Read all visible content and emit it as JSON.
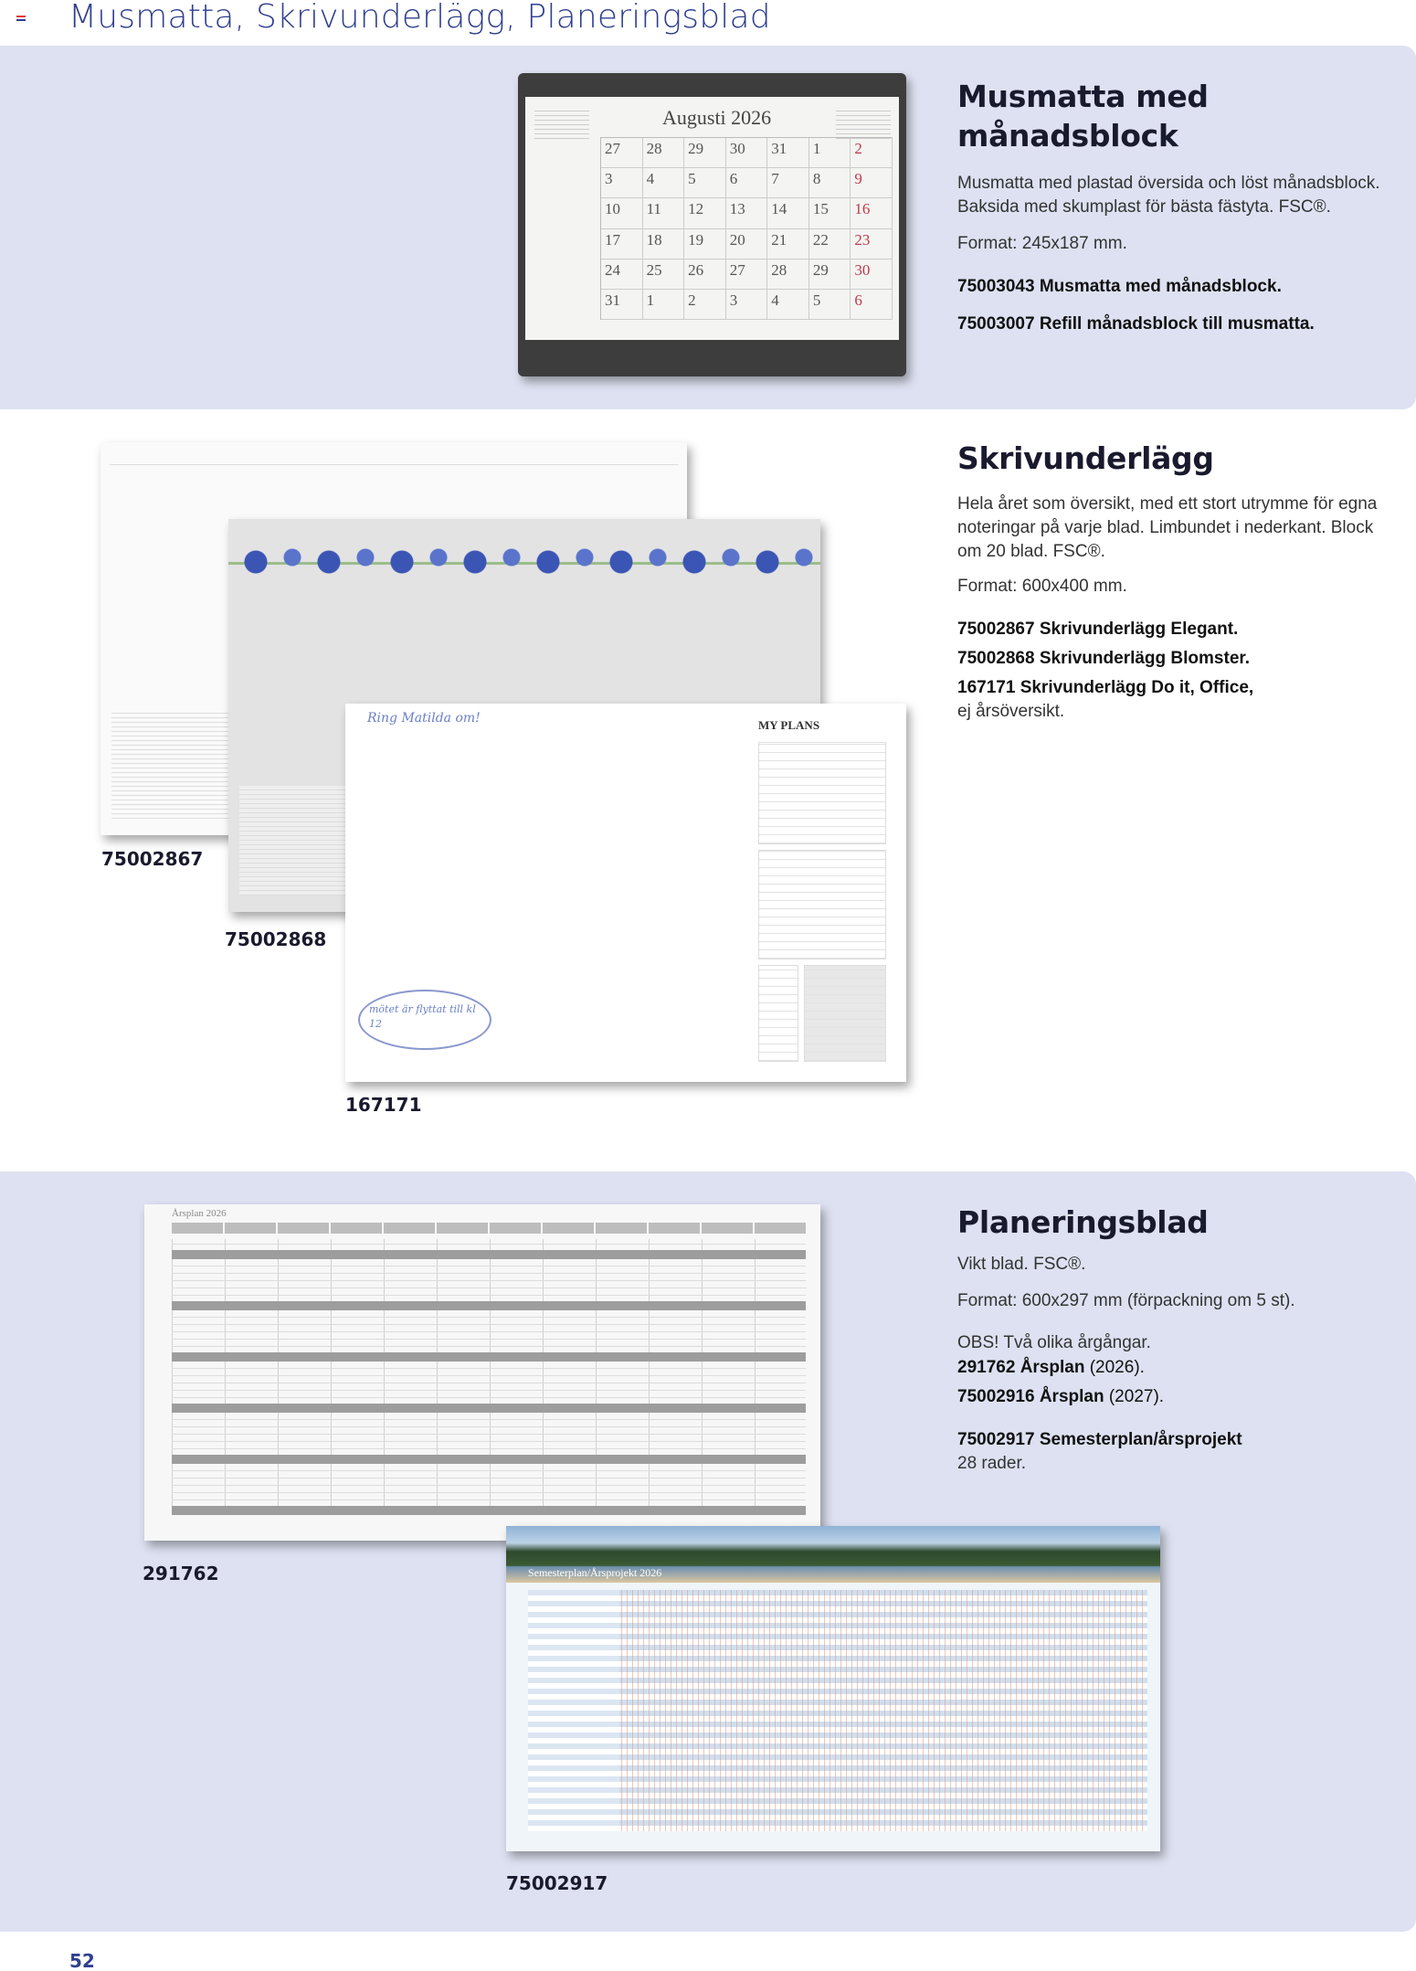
{
  "header": {
    "title": "Musmatta, Skrivunderlägg, Planeringsblad"
  },
  "musmatta": {
    "title": "Musmatta med månadsblock",
    "description": "Musmatta med plastad översida och löst månadsblock. Baksida med skumplast för bästa fästyta. FSC®.",
    "format": "Format: 245x187 mm.",
    "products": [
      {
        "code": "75003043",
        "name": "Musmatta med månadsblock."
      },
      {
        "code": "75003007",
        "name": "Refill månadsblock till musmatta."
      }
    ],
    "image": {
      "month": "Augusti 2026",
      "days": [
        "27",
        "28",
        "29",
        "30",
        "31",
        "1",
        "2",
        "3",
        "4",
        "5",
        "6",
        "7",
        "8",
        "9",
        "10",
        "11",
        "12",
        "13",
        "14",
        "15",
        "16",
        "17",
        "18",
        "19",
        "20",
        "21",
        "22",
        "23",
        "24",
        "25",
        "26",
        "27",
        "28",
        "29",
        "30",
        "31",
        "1",
        "2",
        "3",
        "4",
        "5",
        "6"
      ]
    }
  },
  "skrivunderlagg": {
    "title": "Skrivunderlägg",
    "description": "Hela året som översikt, med ett stort utrymme för egna noteringar på varje blad. Limbundet i nederkant. Block om 20 blad. FSC®.",
    "format": "Format: 600x400 mm.",
    "products": [
      {
        "code": "75002867",
        "name": "Skrivunderlägg Elegant."
      },
      {
        "code": "75002868",
        "name": "Skrivunderlägg Blomster."
      },
      {
        "code": "167171",
        "name": "Skrivunderlägg Do it, Office,",
        "note": "ej årsöversikt."
      }
    ],
    "labels": [
      "75002867",
      "75002868",
      "167171"
    ],
    "image_text": {
      "handwritten_top": "Ring Matilda om!",
      "plans_title": "MY PLANS",
      "handwritten_oval": "mötet är flyttat till kl 12"
    }
  },
  "planeringsblad": {
    "title": "Planeringsblad",
    "description": "Vikt blad. FSC®.",
    "format": "Format: 600x297 mm (förpackning om 5 st).",
    "obs": "OBS! Två olika årgångar.",
    "products": [
      {
        "code": "291762",
        "name": "Årsplan",
        "year": "(2026)."
      },
      {
        "code": "75002916",
        "name": "Årsplan",
        "year": "(2027)."
      },
      {
        "code": "75002917",
        "name": "Semesterplan/årsprojekt",
        "note": "28 rader."
      }
    ],
    "labels": [
      "291762",
      "75002917"
    ],
    "image_text": {
      "plan_a_title": "Årsplan 2026",
      "plan_b_title": "Semesterplan/Årsprojekt 2026"
    }
  },
  "footer": {
    "page_number": "52"
  },
  "colors": {
    "band": "#dde1f1",
    "accent": "#2f3f8f",
    "sunday": "#c0394b"
  }
}
